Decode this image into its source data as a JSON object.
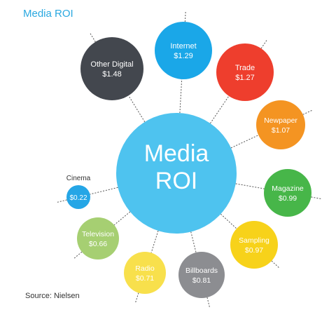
{
  "title": "Media ROI",
  "source": "Source: Nielsen",
  "chart_data": {
    "type": "bubble",
    "title": "Media ROI",
    "center_label": [
      "Media",
      "ROI"
    ],
    "center_color": "#4ec3ef",
    "items": [
      {
        "name": "Internet",
        "value": 1.29,
        "label": "$1.29",
        "color": "#1aa7e8"
      },
      {
        "name": "Trade",
        "value": 1.27,
        "label": "$1.27",
        "color": "#ee3e2d"
      },
      {
        "name": "Newpaper",
        "value": 1.07,
        "label": "$1.07",
        "color": "#f49422"
      },
      {
        "name": "Magazine",
        "value": 0.99,
        "label": "$0.99",
        "color": "#47b649"
      },
      {
        "name": "Sampling",
        "value": 0.97,
        "label": "$0.97",
        "color": "#f7d21a"
      },
      {
        "name": "Billboards",
        "value": 0.81,
        "label": "$0.81",
        "color": "#8c8d91"
      },
      {
        "name": "Radio",
        "value": 0.71,
        "label": "$0.71",
        "color": "#f8e04c"
      },
      {
        "name": "Television",
        "value": 0.66,
        "label": "$0.66",
        "color": "#a6cf72"
      },
      {
        "name": "Cinema",
        "value": 0.22,
        "label": "$0.22",
        "color": "#25a6e6"
      },
      {
        "name": "Other Digital",
        "value": 1.48,
        "label": "$1.48",
        "color": "#43474e"
      }
    ]
  }
}
